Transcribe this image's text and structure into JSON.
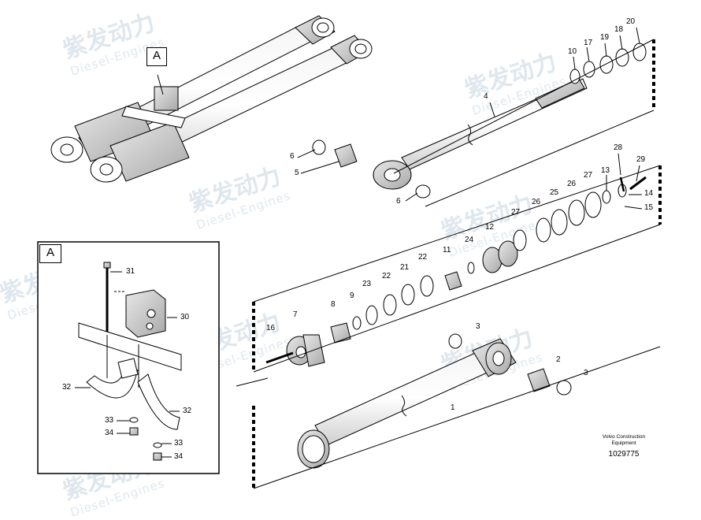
{
  "watermark": {
    "brand": "紫发动力",
    "subtitle": "Diesel-Engines"
  },
  "detail_label": "A",
  "callouts_main": [
    "20",
    "17",
    "19",
    "18",
    "10",
    "4",
    "6",
    "5",
    "6",
    "28",
    "29",
    "13",
    "14",
    "15",
    "27",
    "26",
    "25",
    "26",
    "27",
    "12",
    "24",
    "11",
    "22",
    "21",
    "22",
    "23",
    "9",
    "8",
    "7",
    "16",
    "3",
    "2",
    "3",
    "1"
  ],
  "callouts_detail": [
    "31",
    "30",
    "32",
    "32",
    "33",
    "34",
    "33",
    "34"
  ],
  "footer": {
    "line1": "Volvo Construction",
    "line2": "Equipment",
    "doc_number": "1029775"
  }
}
